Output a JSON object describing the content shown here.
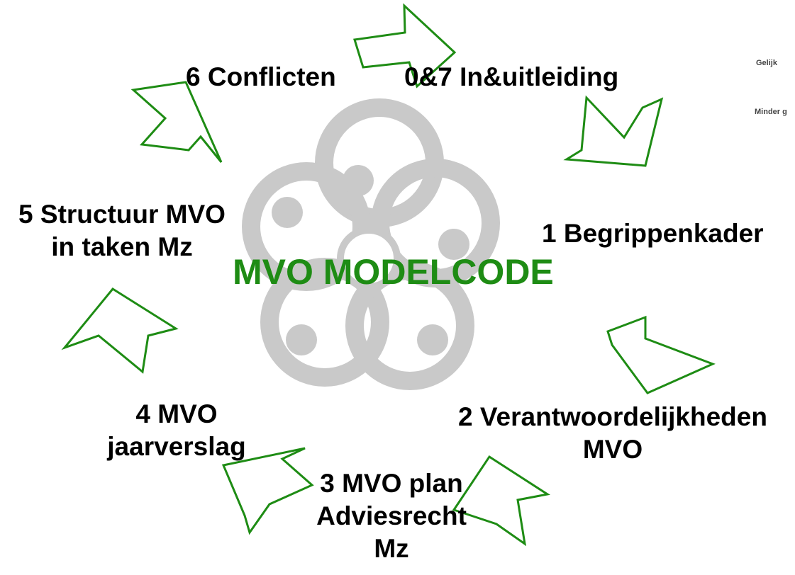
{
  "center_title": "MVO MODELCODE",
  "steps": [
    {
      "id": "conflicten",
      "lines": [
        "6 Conflicten"
      ]
    },
    {
      "id": "in-uitleiding",
      "lines": [
        "0&7 In&uitleiding"
      ]
    },
    {
      "id": "begrippenkader",
      "lines": [
        "1 Begrippenkader"
      ]
    },
    {
      "id": "verantwoordelijkheden",
      "lines": [
        "2 Verantwoordelijkheden",
        "MVO"
      ]
    },
    {
      "id": "mvo-plan",
      "lines": [
        "3 MVO plan",
        "Adviesrecht",
        "Mz"
      ]
    },
    {
      "id": "jaarverslag",
      "lines": [
        "4 MVO",
        "jaarverslag"
      ]
    },
    {
      "id": "structuur",
      "lines": [
        "5 Structuur MVO",
        "in taken Mz"
      ]
    }
  ],
  "cropped_texts": [
    "Gelijk",
    "Minder g"
  ],
  "colors": {
    "arrow_stroke": "#1e8c14",
    "title": "#1e8c14",
    "logo": "#c9c9c9",
    "text": "#000000"
  },
  "arrow_count": 7
}
